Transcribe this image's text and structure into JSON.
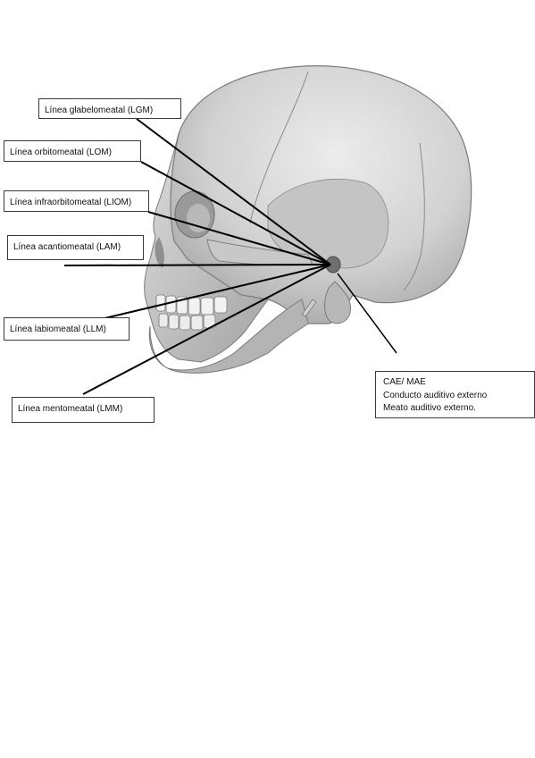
{
  "labels": {
    "lgm": "Línea glabelomeatal (LGM)",
    "lom": "Línea orbitomeatal (LOM)",
    "liom": "Línea infraorbitomeatal (LIOM)",
    "lam": "Línea acantiomeatal (LAM)",
    "llm": "Línea labiomeatal (LLM)",
    "lmm": "Línea mentomeatal (LMM)"
  },
  "ear_label": {
    "line1": "CAE/ MAE",
    "line2": "Conducto auditivo externo",
    "line3": "Meato auditivo externo."
  },
  "colors": {
    "skull_fill": "#d4d4d4",
    "skull_shadow": "#9a9a9a",
    "line_color": "#000000"
  }
}
